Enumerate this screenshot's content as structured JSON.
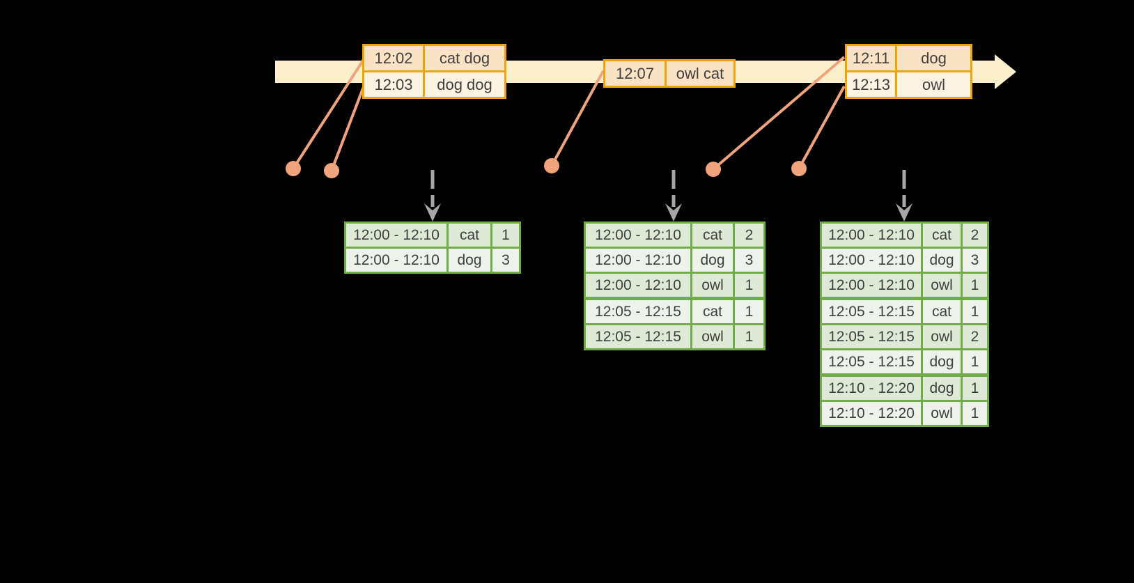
{
  "colors": {
    "background": "#000000",
    "timeline_fill": "#FBF0CB",
    "event_border": "#F0A30A",
    "event_row_odd": "#FAE3C5",
    "event_row_even": "#FCF3E3",
    "connector": "#F0A47D",
    "trigger_gray": "#A6A6A6",
    "result_border": "#70AD47",
    "result_row_odd": "#DEEAD5",
    "result_row_even": "#EDF2EA",
    "text_color": "#3F3F3F"
  },
  "event_tables": [
    {
      "rows": [
        {
          "time": "12:02",
          "words": "cat dog"
        },
        {
          "time": "12:03",
          "words": "dog dog"
        }
      ]
    },
    {
      "rows": [
        {
          "time": "12:07",
          "words": "owl cat"
        }
      ]
    },
    {
      "rows": [
        {
          "time": "12:11",
          "words": "dog"
        },
        {
          "time": "12:13",
          "words": "owl"
        }
      ]
    }
  ],
  "result_tables": [
    {
      "rows": [
        {
          "window": "12:00 - 12:10",
          "word": "cat",
          "count": "1"
        },
        {
          "window": "12:00 - 12:10",
          "word": "dog",
          "count": "3"
        }
      ]
    },
    {
      "rows": [
        {
          "window": "12:00 - 12:10",
          "word": "cat",
          "count": "2"
        },
        {
          "window": "12:00 - 12:10",
          "word": "dog",
          "count": "3"
        },
        {
          "window": "12:00 - 12:10",
          "word": "owl",
          "count": "1"
        },
        {
          "window": "12:05 - 12:15",
          "word": "cat",
          "count": "1"
        },
        {
          "window": "12:05 - 12:15",
          "word": "owl",
          "count": "1"
        }
      ]
    },
    {
      "rows": [
        {
          "window": "12:00 - 12:10",
          "word": "cat",
          "count": "2"
        },
        {
          "window": "12:00 - 12:10",
          "word": "dog",
          "count": "3"
        },
        {
          "window": "12:00 - 12:10",
          "word": "owl",
          "count": "1"
        },
        {
          "window": "12:05 - 12:15",
          "word": "cat",
          "count": "1"
        },
        {
          "window": "12:05 - 12:15",
          "word": "owl",
          "count": "2"
        },
        {
          "window": "12:05 - 12:15",
          "word": "dog",
          "count": "1"
        },
        {
          "window": "12:10 - 12:20",
          "word": "dog",
          "count": "1"
        },
        {
          "window": "12:10 - 12:20",
          "word": "owl",
          "count": "1"
        }
      ]
    }
  ]
}
